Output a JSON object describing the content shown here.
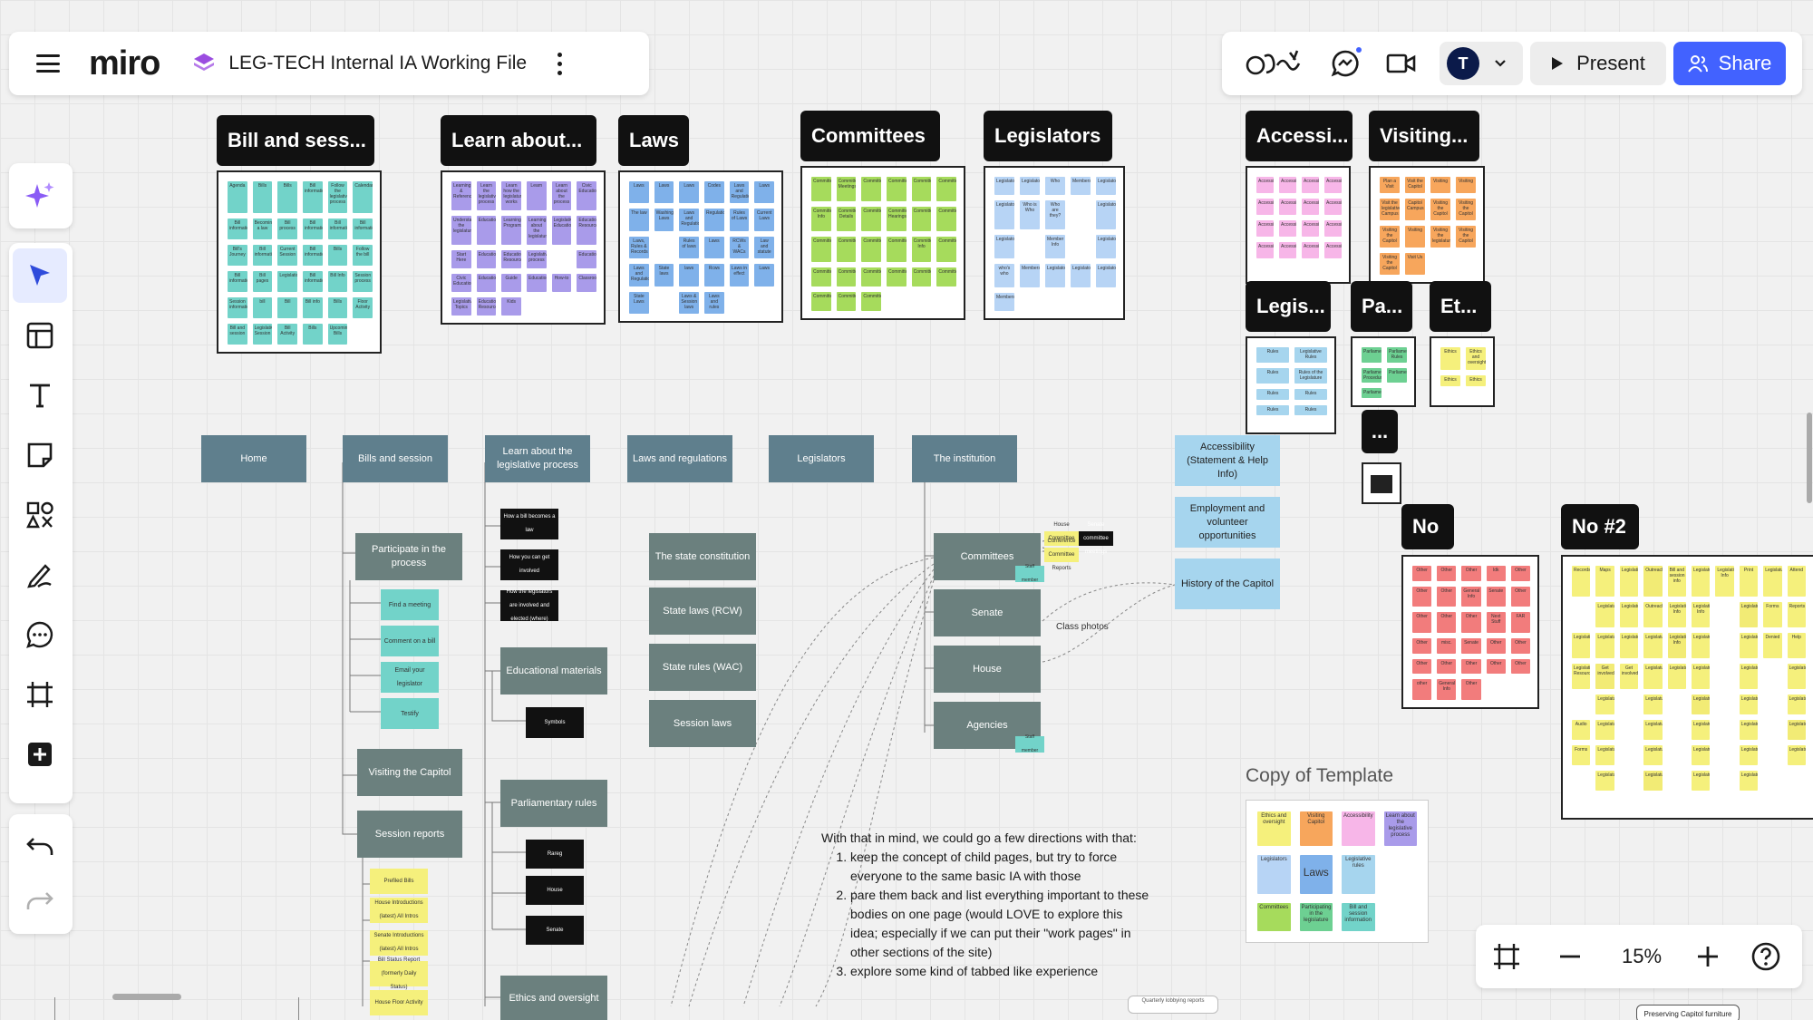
{
  "app": {
    "logo": "miro",
    "board_title": "LEG-TECH Internal IA Working File"
  },
  "header": {
    "present_label": "Present",
    "share_label": "Share",
    "avatar_initial": "T",
    "accent_color": "#4262ff"
  },
  "toolbar": {
    "tools": [
      "ai-sparkle",
      "select",
      "templates",
      "text",
      "sticky-note",
      "shapes",
      "pen",
      "comment",
      "frame",
      "more-tools"
    ],
    "active_tool": "select"
  },
  "zoom": {
    "level": "15%"
  },
  "frames": [
    {
      "title": "Bill and sess...",
      "color": "#72d3c9"
    },
    {
      "title": "Learn about...",
      "color": "#a99bea"
    },
    {
      "title": "Laws",
      "color": "#7fb1ea"
    },
    {
      "title": "Committees",
      "color": "#a6db5c"
    },
    {
      "title": "Legislators",
      "color": "#b7d4f5"
    },
    {
      "title": "Accessi...",
      "color": "#f7b6e8"
    },
    {
      "title": "Visiting...",
      "color": "#f7a65c"
    },
    {
      "title": "Legis...",
      "color": "#a6d5ee"
    },
    {
      "title": "Pa...",
      "color": "#6dd092"
    },
    {
      "title": "Et...",
      "color": "#f5f07c"
    },
    {
      "title": "...",
      "color": "#333333"
    },
    {
      "title": "No",
      "color": "#f27c7c"
    },
    {
      "title": "No #2",
      "color": "#f5f07c"
    }
  ],
  "frame_notes": {
    "bills": [
      "Agenda",
      "Bills",
      "Bills",
      "Bill information",
      "Follow the legislative process",
      "Calendar",
      "Bill information",
      "Becoming a law",
      "Bill process",
      "Bill information",
      "Bill information",
      "Bill information",
      "Bill's Journey",
      "Bill information",
      "Current Session",
      "Bill information",
      "Bills",
      "Follow the bill",
      "Bill information",
      "Bill pages",
      "Legislation",
      "Bill information",
      "Bill Info",
      "Session process",
      "Session information",
      "bill",
      "Bill",
      "Bill info",
      "Bills",
      "Floor Activity",
      "Bill and session",
      "Legislative Session",
      "Bill Activity",
      "Bills",
      "Upcoming Bills",
      ""
    ],
    "learn": [
      "Learning & Reference",
      "Learn the legislative process",
      "Learn how the legislature works",
      "Learn",
      "Learn about the process",
      "Civic Education",
      "Understanding the legislature",
      "Education",
      "Learning Programs",
      "Learning about the legislature",
      "Legislative Education",
      "Education Resources",
      "Start Here",
      "Education",
      "Education Resources",
      "Legislative process",
      "",
      "Education",
      "Civic Education",
      "Education",
      "Guide",
      "Education",
      "How-to",
      "Classroom",
      "Legislative Topics",
      "Education Resources",
      "Kids",
      "",
      "",
      ""
    ],
    "laws": [
      "Laws",
      "Laws",
      "Laws",
      "Codes",
      "Laws and Regulations",
      "Laws",
      "The law",
      "Washington Laws",
      "Laws and Regulations",
      "Regulations",
      "Rules of Laws",
      "Current Laws",
      "Laws, Rules & Records",
      "",
      "Rules of laws",
      "Laws",
      "RCWs & WACs",
      "Law and statute",
      "Laws and Regulations",
      "State laws",
      "laws",
      "Rcws",
      "Laws in effect",
      "Laws",
      "State Laws",
      "",
      "Laws & Session laws",
      "Laws and rules",
      "",
      ""
    ],
    "committees": [
      "Committees",
      "Committee Meetings",
      "Committees",
      "Committees",
      "Committees",
      "Committees",
      "Committee Info",
      "Committee Details",
      "Committees",
      "Committee Hearings",
      "Committees",
      "Committees",
      "Committees",
      "Committees",
      "Committees",
      "Committees",
      "Committee Info",
      "Committees",
      "Committees",
      "Committees",
      "Committees",
      "Committees",
      "Committees",
      "Committees",
      "Committees",
      "Committee",
      "Committees",
      "",
      "",
      ""
    ],
    "legislators": [
      "Legislators",
      "Legislators",
      "Who",
      "Members",
      "Legislators",
      "Legislators",
      "Who is Who",
      "Who are they?",
      "",
      "Legislators",
      "Legislators",
      "",
      "Member Info",
      "",
      "Legislators",
      "who's who",
      "Members",
      "Legislators",
      "Legislators",
      "Legislators",
      "Members",
      "",
      "",
      "",
      ""
    ],
    "accessibility": [
      "Accessibility",
      "Accessibility",
      "Accessibility",
      "Accessibility",
      "Accessibility",
      "Accessibility",
      "Accessibility",
      "Accessibility",
      "Accessibility",
      "Accessibility",
      "Accessibility",
      "Accessibility",
      "Accessibility",
      "Accessibility",
      "Accessibility",
      "Accessibility",
      "",
      "",
      "",
      ""
    ],
    "visiting": [
      "Plan a Visit",
      "Visit the Capitol",
      "Visiting",
      "Visiting",
      "Visit the legislative Campus",
      "Capitol Campus",
      "Visiting the Capitol",
      "Visiting the Capitol",
      "Visiting the Capitol",
      "Visiting",
      "Visiting the legislature",
      "Visiting the Capitol",
      "Visiting the Capitol",
      "Visit Us",
      "",
      ""
    ],
    "legis": [
      "Rules",
      "Legislative Rules",
      "Rules",
      "Rules of the Legislature",
      "Rules",
      "Rules",
      "Rules",
      "Rules",
      "",
      ""
    ],
    "pa": [
      "Parliamentary",
      "Parliamentary Rules",
      "Parliamentary Procedures",
      "Parliamentary",
      "Parliamentary",
      ""
    ],
    "et": [
      "Ethics",
      "Ethics and oversight",
      "Ethics",
      "Ethics",
      ""
    ],
    "no": [
      "Other",
      "Other",
      "Other",
      "Idk",
      "Other",
      "Other",
      "Other",
      "General Info",
      "Senate",
      "Other",
      "Other",
      "Other",
      "Other",
      "Next Stuff",
      "FAR",
      "Other",
      "misc.",
      "Senate",
      "Other",
      "Other",
      "Other",
      "Other",
      "Other",
      "Other",
      "Other",
      "other",
      "General Info",
      "Other",
      "",
      ""
    ],
    "no2": [
      "Records",
      "Maps",
      "Legislation",
      "Outreach",
      "Bill and session info",
      "Legislature",
      "Legislative Info",
      "Print",
      "Legislature",
      "Attend",
      "",
      "Legislature",
      "Legislature",
      "Outreach",
      "Legislative Info",
      "Legislative Info",
      "",
      "Legislature",
      "Forms",
      "Reports",
      "Legislation",
      "Legislature",
      "Legislature",
      "Legislature",
      "Legislative Info",
      "Legislature",
      "",
      "Legislature",
      "Denied",
      "Help",
      "Legislative Resources",
      "Get involved",
      "Get involved",
      "Legislature",
      "Legislature",
      "Legislature",
      "",
      "Legislature",
      "",
      "Legislature",
      "",
      "Legislature",
      "",
      "Legislature",
      "",
      "Legislature",
      "",
      "Legislature",
      "",
      "Legislature",
      "Audio",
      "Legislature",
      "",
      "Legislature",
      "",
      "Legislature",
      "",
      "Legislature",
      "",
      "Legislature",
      "Forms",
      "Legislature",
      "",
      "Legislature",
      "",
      "Legislature",
      "",
      "Legislature",
      "",
      "Legislature",
      "",
      "Legislature",
      "",
      "Legislature",
      "",
      "Legislature",
      "",
      "Legislature",
      "",
      "",
      "",
      "",
      "",
      "",
      "",
      "",
      ""
    ]
  },
  "dots_frame_title": "...",
  "ia": {
    "top_nodes": [
      "Home",
      "Bills and session",
      "Learn about the legislative process",
      "Laws and regulations",
      "Legislators",
      "The institution"
    ],
    "bills_children": [
      "Participate in the process",
      "Visiting the Capitol",
      "Session reports"
    ],
    "participate_children": [
      "Find a meeting",
      "Comment on a bill",
      "Email your legislator",
      "Testify"
    ],
    "session_reports_children": [
      "Prefiled Bills",
      "House Introductions (latest) All Intros",
      "Senate Introductions (latest) All Intros",
      "Bill Status Report (formerly Daily Status)",
      "House Floor Activity"
    ],
    "learn_children_black": [
      "How a bill becomes a law",
      "How you can get involved",
      "How the legislators are involved and elected (where)"
    ],
    "learn_children": [
      "Educational materials",
      "Parliamentary rules",
      "Ethics and oversight"
    ],
    "educational_children": [
      "Symbols"
    ],
    "parliamentary_children": [
      "Rareg",
      "House",
      "Senate"
    ],
    "laws_children": [
      "The state constitution",
      "State laws (RCW)",
      "State rules (WAC)",
      "Session laws"
    ],
    "institution_children": [
      "Committees",
      "Senate",
      "House",
      "Agencies"
    ],
    "staff_member_label": "Staff member",
    "committee_notes": [
      "House Committee Meetings",
      "Senate committee meetings",
      "Conference Committee Reports"
    ],
    "class_photos_label": "Class photos",
    "institution_side": [
      "Accessibility (Statement & Help Info)",
      "Employment and volunteer opportunities",
      "History of the Capitol"
    ]
  },
  "notes_text": {
    "intro": "With that in mind, we could go a few directions with that:",
    "items": [
      "keep the concept of child pages, but try to force everyone to the same basic IA with those",
      "pare them back and list everything important to these bodies on one page (would LOVE to explore this idea; especially if we can put their \"work pages\" in other sections of the site)",
      "explore some kind of tabbed like experience"
    ]
  },
  "template": {
    "label": "Copy of Template",
    "notes": [
      {
        "text": "Ethics and oversight",
        "color": "#f5f07c"
      },
      {
        "text": "Visiting Capitol",
        "color": "#f7a65c"
      },
      {
        "text": "Accessibility",
        "color": "#f7b6e8"
      },
      {
        "text": "Learn about the legislative process",
        "color": "#a99bea"
      },
      {
        "text": "Legislators",
        "color": "#b7d4f5"
      },
      {
        "text": "Laws",
        "color": "#7fb1ea"
      },
      {
        "text": "Legislative rules",
        "color": "#a6d5ee"
      },
      {
        "text": "",
        "color": "transparent"
      },
      {
        "text": "Committees",
        "color": "#a6db5c"
      },
      {
        "text": "Participating in the legislature",
        "color": "#6dd092"
      },
      {
        "text": "Bill and session information",
        "color": "#72d3c9"
      },
      {
        "text": "",
        "color": "transparent"
      }
    ]
  },
  "bottom_fragments": [
    "Quarterly lobbying reports",
    "Preserving Capitol furniture"
  ]
}
